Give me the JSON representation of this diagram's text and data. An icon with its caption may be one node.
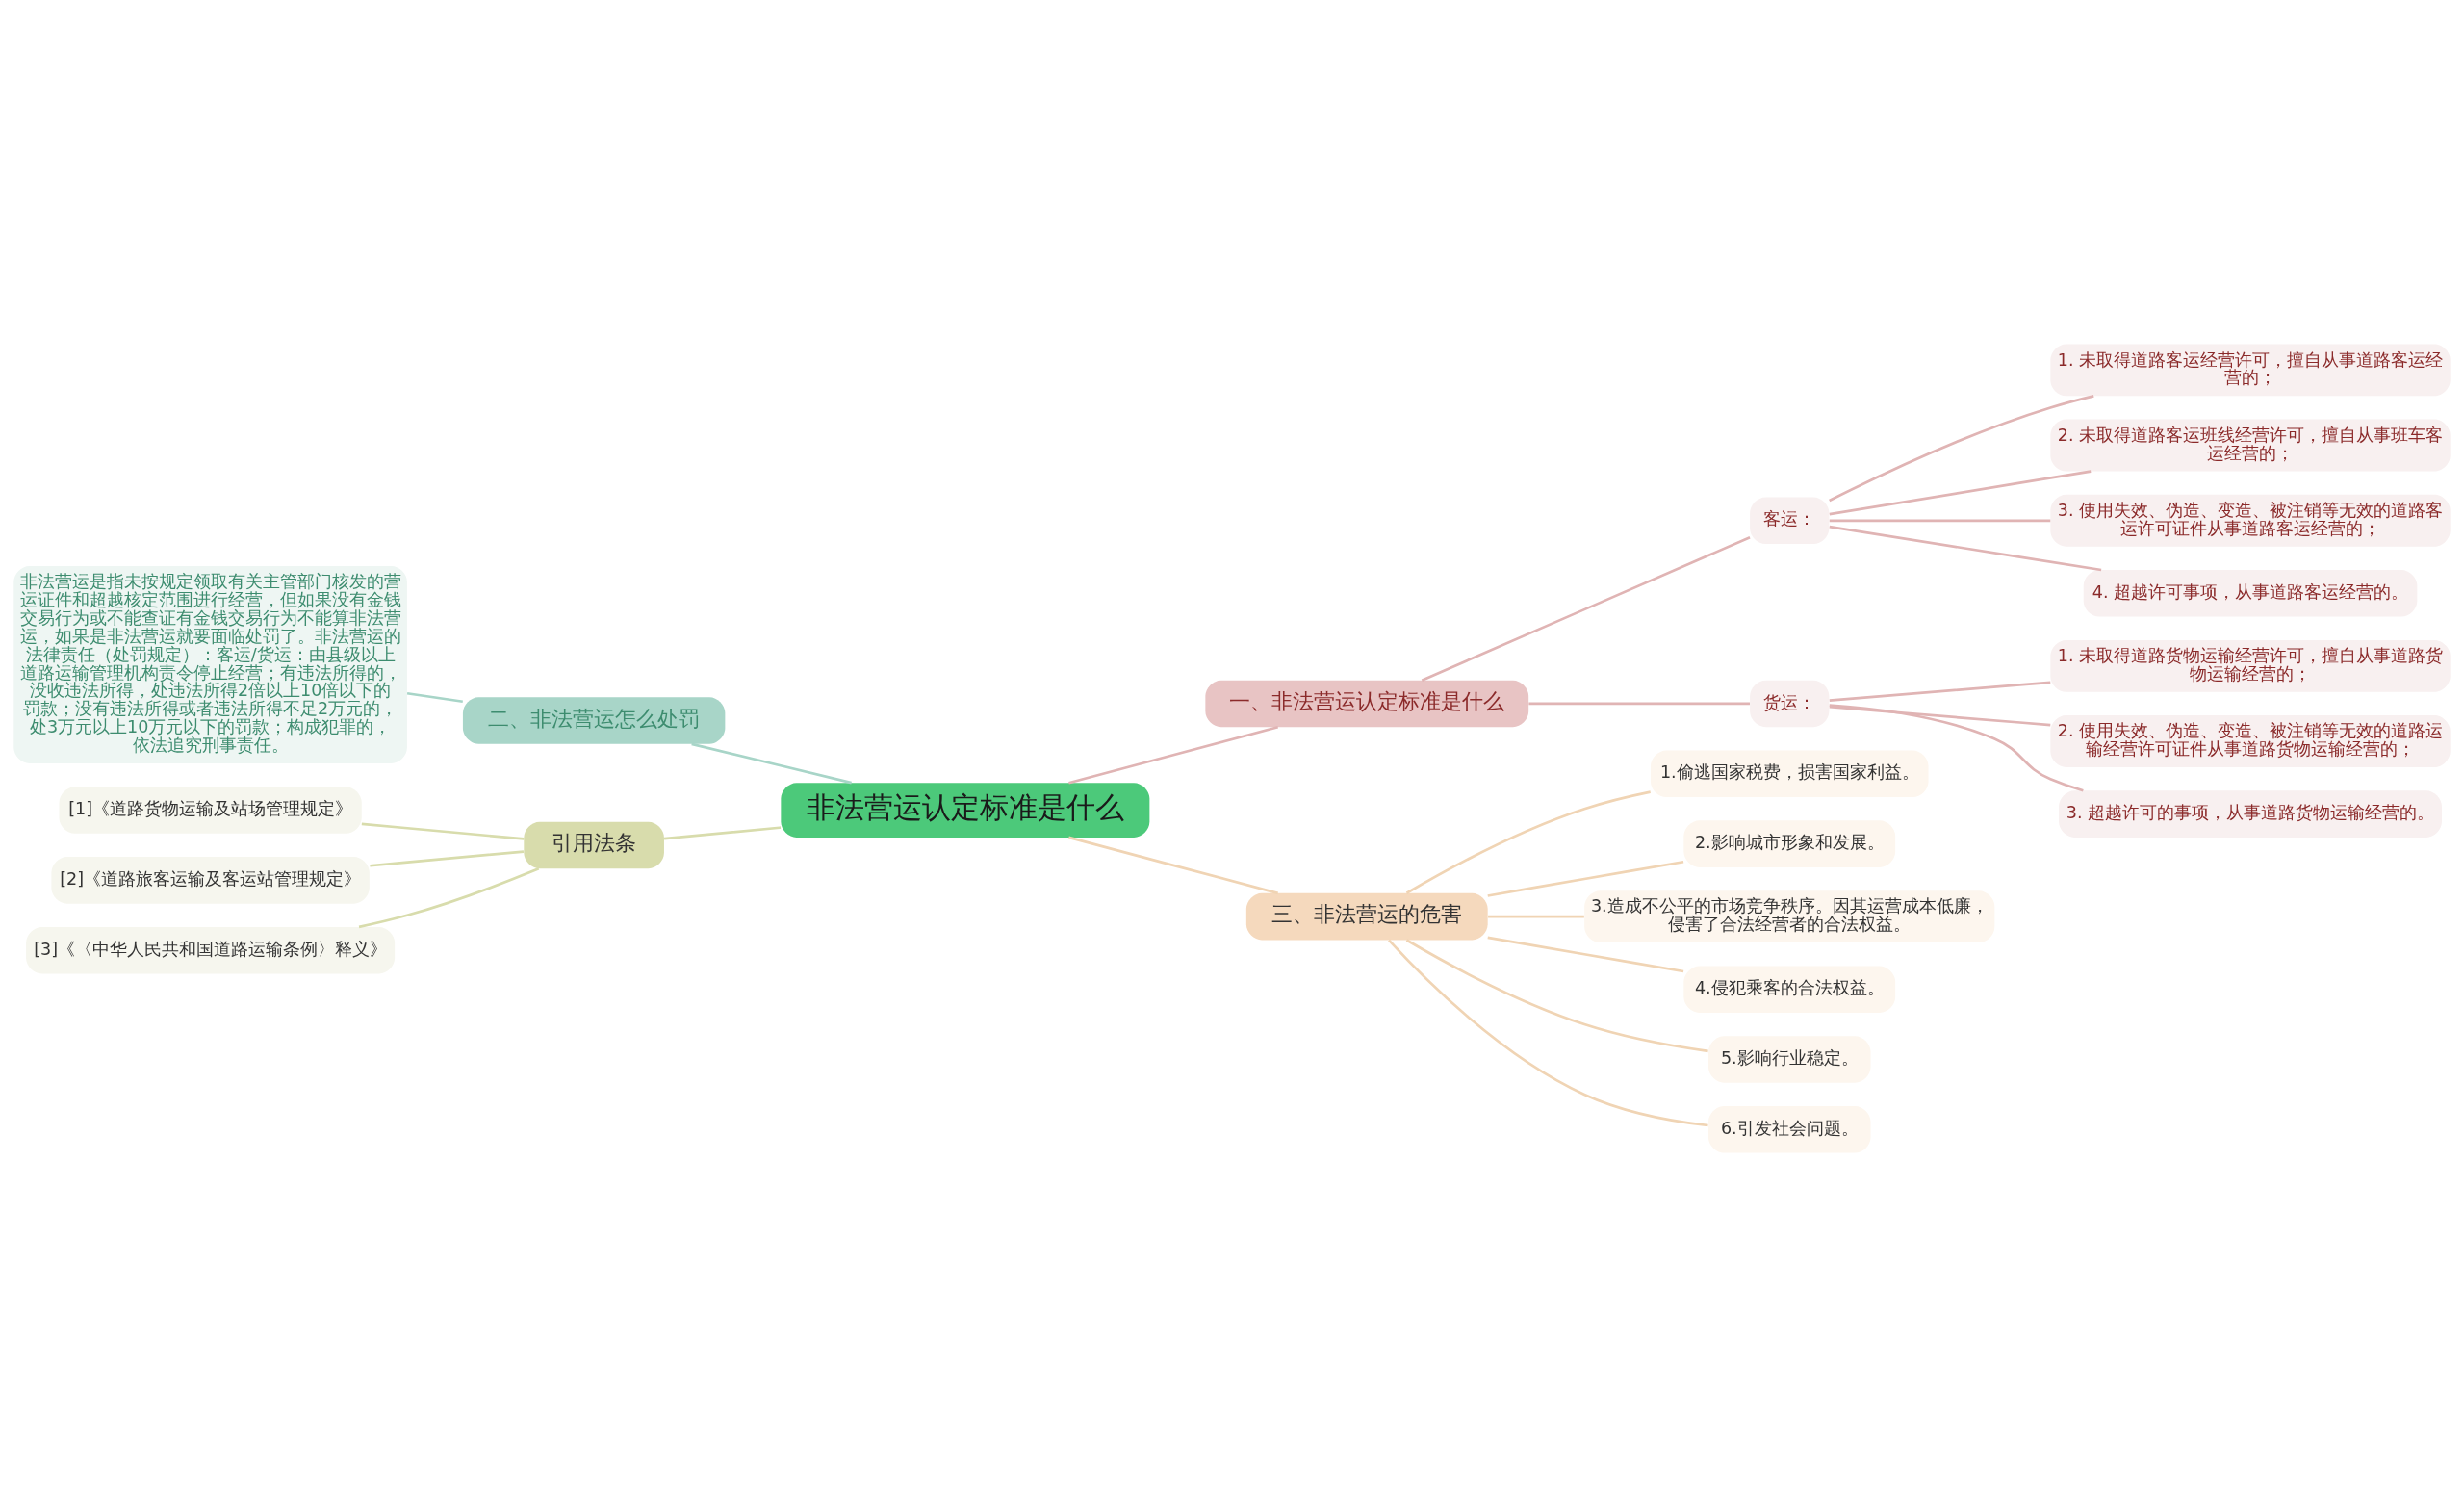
{
  "diagram": {
    "nodes": [
      {
        "text": [
          "非法营运认定标准是什么"
        ]
      },
      {
        "text": [
          "一、非法营运认定标准是什么"
        ]
      },
      {
        "text": [
          "客运："
        ]
      },
      {
        "text": [
          "1. 未取得道路客运经营许可，擅自从事道路客运经营的；"
        ]
      },
      {
        "text": [
          "2. 未取得道路客运班线经营许可，擅自从事班车客运经营的；"
        ]
      },
      {
        "text": [
          "3. 使用失效、伪造、变造、被注销等无效的道路客运许可证件从事道路客运经营的；"
        ]
      },
      {
        "text": [
          "4. 超越许可事项，从事道路客运经营的。"
        ]
      },
      {
        "text": [
          "货运："
        ]
      },
      {
        "text": [
          "1. 未取得道路货物运输经营许可，擅自从事道路货物运输经营的；"
        ]
      },
      {
        "text": [
          "2. 使用失效、伪造、变造、被注销等无效的道路运输经营许可证件从事道路货物运输经营的；"
        ]
      },
      {
        "text": [
          "3. 超越许可的事项，从事道路货物运输经营的。"
        ]
      },
      {
        "text": [
          "二、非法营运怎么处罚"
        ]
      },
      {
        "text": [
          "非法营运是指未按规定领取有关主管部门核发的营运证件和超越核定范围进行经营，但如果没有金钱交易行为或不能查证有金钱交易行为不能算非法营运，如果是非法营运就要面临处罚了。非法营运的法律责任（处罚规定）：客运/货运：由县级以上道路运输管理机构责令停止经营；有违法所得的，没收违法所得，处违法所得2倍以上10倍以下的罚款；没有违法所得或者违法所得不足2万元的，处3万元以上10万元以下的罚款；构成犯罪的，依法追究刑事责任。"
        ]
      },
      {
        "text": [
          "引用法条"
        ]
      },
      {
        "text": [
          "[1]《道路货物运输及站场管理规定》"
        ]
      },
      {
        "text": [
          "[2]《道路旅客运输及客运站管理规定》"
        ]
      },
      {
        "text": [
          "[3]《〈中华人民共和国道路运输条例〉释义》"
        ]
      },
      {
        "text": [
          "三、非法营运的危害"
        ]
      },
      {
        "text": [
          "1.偷逃国家税费，损害国家利益。"
        ]
      },
      {
        "text": [
          "2.影响城市形象和发展。"
        ]
      },
      {
        "text": [
          "3.造成不公平的市场竞争秩序。因其运营成本低廉，侵害了合法经营者的合法权益。"
        ]
      },
      {
        "text": [
          "4.侵犯乘客的合法权益。"
        ]
      },
      {
        "text": [
          "5.影响行业稳定。"
        ]
      },
      {
        "text": [
          "6.引发社会问题。"
        ]
      }
    ],
    "edges": [
      {
        "from": 0,
        "to": 1,
        "arrow": "none"
      },
      {
        "from": 1,
        "to": 2,
        "arrow": "none"
      },
      {
        "from": 2,
        "to": 3,
        "arrow": "none"
      },
      {
        "from": 2,
        "to": 4,
        "arrow": "none"
      },
      {
        "from": 2,
        "to": 5,
        "arrow": "none"
      },
      {
        "from": 2,
        "to": 6,
        "arrow": "none"
      },
      {
        "from": 1,
        "to": 7,
        "arrow": "none"
      },
      {
        "from": 7,
        "to": 8,
        "arrow": "none"
      },
      {
        "from": 7,
        "to": 9,
        "arrow": "none"
      },
      {
        "from": 7,
        "to": 10,
        "arrow": "none"
      },
      {
        "from": 0,
        "to": 11,
        "arrow": "none",
        "color": "#a8d5c8"
      },
      {
        "from": 11,
        "to": 12,
        "arrow": "none",
        "color": "#a8d5c8"
      },
      {
        "from": 0,
        "to": 13,
        "arrow": "none",
        "color": "#d8dcac"
      },
      {
        "from": 13,
        "to": 14,
        "arrow": "none",
        "color": "#d8dcac"
      },
      {
        "from": 13,
        "to": 15,
        "arrow": "none",
        "color": "#d8dcac"
      },
      {
        "from": 13,
        "to": 16,
        "arrow": "none",
        "color": "#d8dcac"
      },
      {
        "from": 0,
        "to": 17,
        "arrow": "none",
        "color": "#f0d4b4"
      },
      {
        "from": 17,
        "to": 18,
        "arrow": "none",
        "color": "#f0d4b4"
      },
      {
        "from": 17,
        "to": 19,
        "arrow": "none",
        "color": "#f0d4b4"
      },
      {
        "from": 17,
        "to": 20,
        "arrow": "none",
        "color": "#f0d4b4"
      },
      {
        "from": 17,
        "to": 21,
        "arrow": "none",
        "color": "#f0d4b4"
      },
      {
        "from": 17,
        "to": 22,
        "arrow": "none",
        "color": "#f0d4b4"
      },
      {
        "from": 17,
        "to": 23,
        "arrow": "none",
        "color": "#f0d4b4"
      }
    ]
  }
}
